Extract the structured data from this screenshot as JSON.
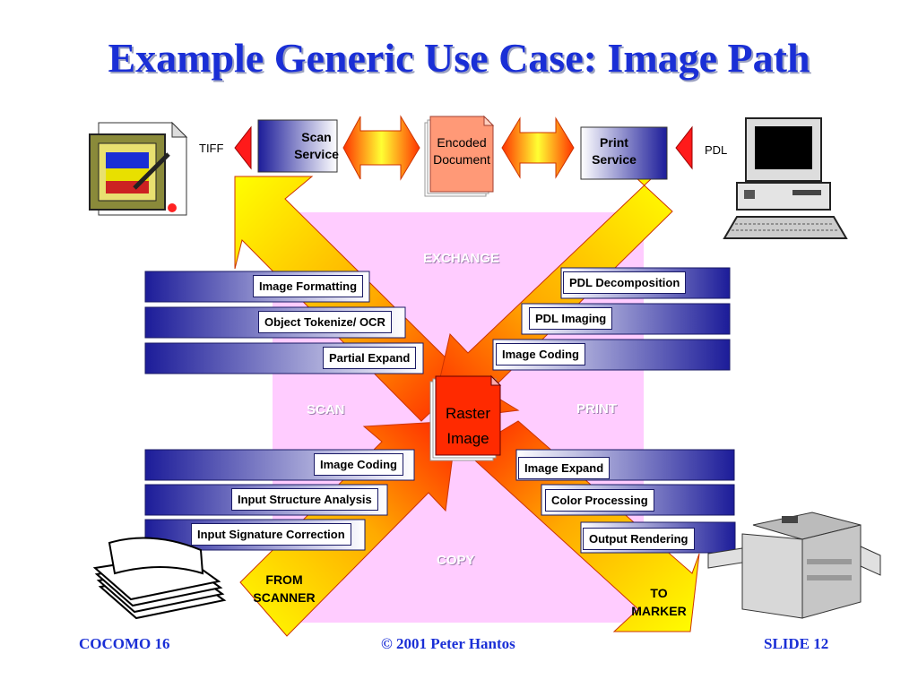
{
  "title": "Example Generic Use Case: Image Path",
  "top_row": {
    "tiff": "TIFF",
    "scan_service": [
      "Scan",
      "Service"
    ],
    "encoded_document": [
      "Encoded",
      "Document"
    ],
    "print_service": [
      "Print",
      "Service"
    ],
    "pdl": "PDL"
  },
  "zones": {
    "exchange": "EXCHANGE",
    "scan": "SCAN",
    "print": "PRINT",
    "copy": "COPY"
  },
  "center": [
    "Raster",
    "Image"
  ],
  "scan_steps": [
    "Image Formatting",
    "Object Tokenize/ OCR",
    "Partial Expand"
  ],
  "pdl_steps": [
    "PDL Decomposition",
    "PDL Imaging",
    "Image Coding"
  ],
  "scanner_steps": [
    "Image Coding",
    "Input Structure Analysis",
    "Input Signature Correction"
  ],
  "marker_steps": [
    "Image Expand",
    "Color Processing",
    "Output Rendering"
  ],
  "from_scanner": [
    "FROM",
    "SCANNER"
  ],
  "to_marker": [
    "TO",
    "MARKER"
  ],
  "footer": {
    "left": "COCOMO 16",
    "center": "© 2001 Peter Hantos",
    "right": "SLIDE 12"
  },
  "colors": {
    "title": "#1a2fd6",
    "zone_fill": "#ffccff",
    "bar_dark": "#1c1c99",
    "arrow_yellow": "#ffff00",
    "arrow_red": "#ff2200",
    "document": "#ff9977"
  }
}
